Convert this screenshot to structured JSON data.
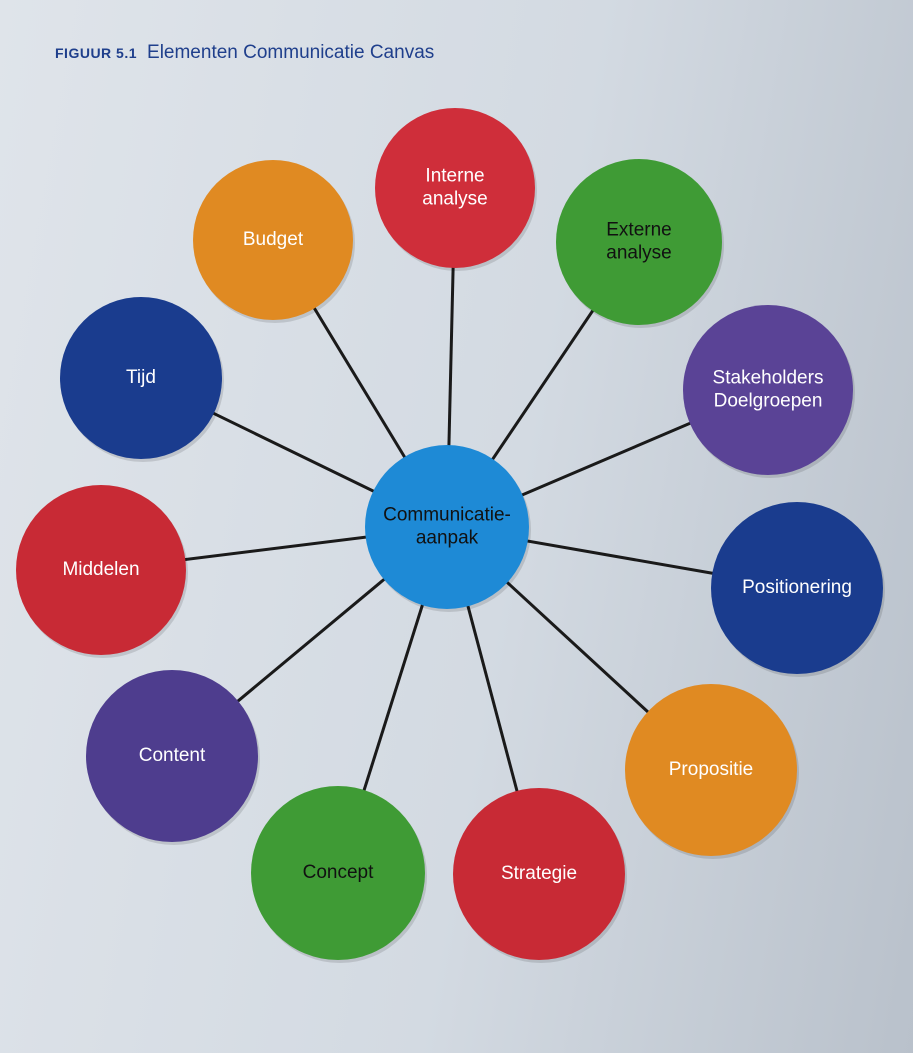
{
  "caption": {
    "figure_label": "FIGUUR 5.1",
    "title": "Elementen Communicatie Canvas"
  },
  "center": {
    "lines": [
      "Communicatie-",
      "aanpak"
    ],
    "color": "#1e8ad6",
    "text_color": "#111111"
  },
  "elements": [
    {
      "id": "interne-analyse",
      "lines": [
        "Interne",
        "analyse"
      ],
      "color": "#cf2e3a",
      "text_color": "#ffffff"
    },
    {
      "id": "externe-analyse",
      "lines": [
        "Externe",
        "analyse"
      ],
      "color": "#3f9b35",
      "text_color": "#111111"
    },
    {
      "id": "stakeholders-doelgroepen",
      "lines": [
        "Stakeholders",
        "Doelgroepen"
      ],
      "color": "#5a4396",
      "text_color": "#ffffff"
    },
    {
      "id": "positionering",
      "lines": [
        "Positionering"
      ],
      "color": "#1a3c8e",
      "text_color": "#ffffff"
    },
    {
      "id": "propositie",
      "lines": [
        "Propositie"
      ],
      "color": "#e08a22",
      "text_color": "#ffffff"
    },
    {
      "id": "strategie",
      "lines": [
        "Strategie"
      ],
      "color": "#c82a35",
      "text_color": "#ffffff"
    },
    {
      "id": "concept",
      "lines": [
        "Concept"
      ],
      "color": "#3f9b35",
      "text_color": "#111111"
    },
    {
      "id": "content",
      "lines": [
        "Content"
      ],
      "color": "#4e3d8e",
      "text_color": "#ffffff"
    },
    {
      "id": "middelen",
      "lines": [
        "Middelen"
      ],
      "color": "#c82a35",
      "text_color": "#ffffff"
    },
    {
      "id": "tijd",
      "lines": [
        "Tijd"
      ],
      "color": "#1a3c8e",
      "text_color": "#ffffff"
    },
    {
      "id": "budget",
      "lines": [
        "Budget"
      ],
      "color": "#e08a22",
      "text_color": "#ffffff"
    }
  ]
}
